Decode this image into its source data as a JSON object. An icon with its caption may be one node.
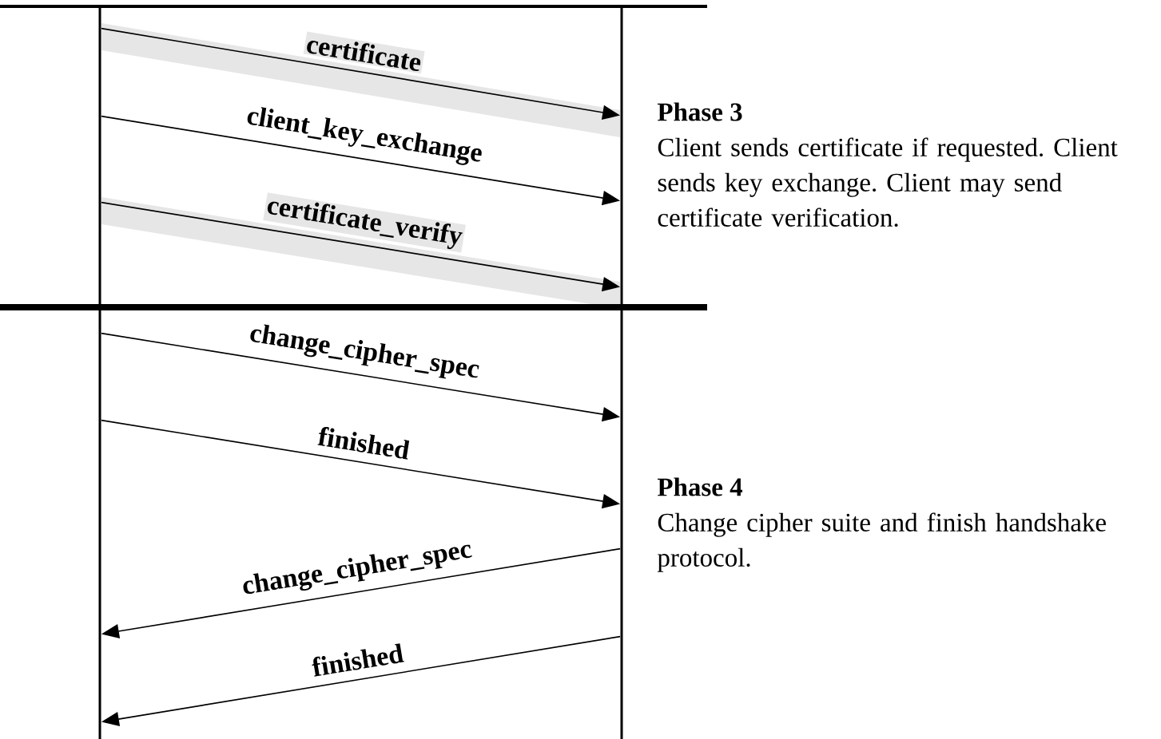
{
  "diagram": {
    "nodes": [
      {
        "text": [],
        "shape": "bar"
      },
      {
        "text": [],
        "shape": "bar"
      }
    ],
    "edges": [
      {
        "from": 0,
        "to": 1,
        "arrow": "to",
        "label": "certificate"
      },
      {
        "from": 0,
        "to": 1,
        "arrow": "to",
        "label": "client_key_exchange"
      },
      {
        "from": 0,
        "to": 1,
        "arrow": "to",
        "label": "certificate_verify"
      },
      {
        "from": 0,
        "to": 1,
        "arrow": "to",
        "label": "change_cipher_spec"
      },
      {
        "from": 0,
        "to": 1,
        "arrow": "to",
        "label": "finished"
      },
      {
        "from": 1,
        "to": 0,
        "arrow": "to",
        "label": "change_cipher_spec"
      },
      {
        "from": 1,
        "to": 0,
        "arrow": "to",
        "label": "finished"
      }
    ],
    "labels": [
      "Phase 3",
      "Client sends certificate if requested. Client sends key exchange. Client may send certificate verification.",
      "Phase 4",
      "Change cipher suite and finish handshake protocol."
    ]
  }
}
